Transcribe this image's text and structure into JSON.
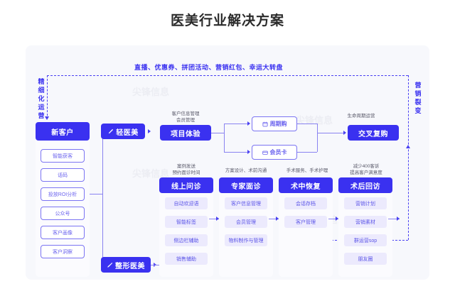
{
  "page": {
    "title": "医美行业解决方案"
  },
  "banner": {
    "text": "直播、优惠券、拼团活动、营销红包、幸运大转盘"
  },
  "side_labels": {
    "left": "精细化运营",
    "right": "营销裂变"
  },
  "watermark": {
    "text": "尖锋信息"
  },
  "entry": {
    "label": "新客户"
  },
  "acquisition_items": [
    {
      "label": "智能获客"
    },
    {
      "label": "话码"
    },
    {
      "label": "投放ROI分析"
    },
    {
      "label": "公众号"
    },
    {
      "label": "客户画像"
    },
    {
      "label": "客户洞察"
    }
  ],
  "branches": [
    {
      "label": "轻医美",
      "icon": "syringe-icon"
    },
    {
      "label": "整形医美",
      "icon": "scalpel-icon"
    }
  ],
  "project": {
    "caption": "客户信息管理\n会员管理",
    "label": "项目体验"
  },
  "offers": [
    {
      "label": "周期购",
      "icon": "calendar-icon"
    },
    {
      "label": "会员卡",
      "icon": "card-icon"
    }
  ],
  "repurchase": {
    "caption": "生命周期运营",
    "label": "交叉复购"
  },
  "columns": [
    {
      "caption": "案例发送\n预约面诊时间",
      "title": "线上问诊",
      "items": [
        "自动欢迎语",
        "智能标签",
        "侧边栏辅助",
        "销售辅助"
      ]
    },
    {
      "caption": "方案设计、术前沟通",
      "title": "专家面诊",
      "items": [
        "客户信息管理",
        "会员管理",
        "物料制作与管理"
      ]
    },
    {
      "caption": "手术服务、手术护理",
      "title": "术中恢复",
      "items": [
        "会话存档",
        "客户管理"
      ]
    },
    {
      "caption": "减少400客诉\n提高客户满意度",
      "title": "术后回访",
      "items": [
        "营销计划",
        "营销素材",
        "群运营sop",
        "朋友圈"
      ]
    }
  ],
  "colors": {
    "primary": "#3a31f0",
    "accent_line": "#8a83f0",
    "chip_bg": "#eceafd",
    "canvas_bg": "#f7f8fc"
  }
}
